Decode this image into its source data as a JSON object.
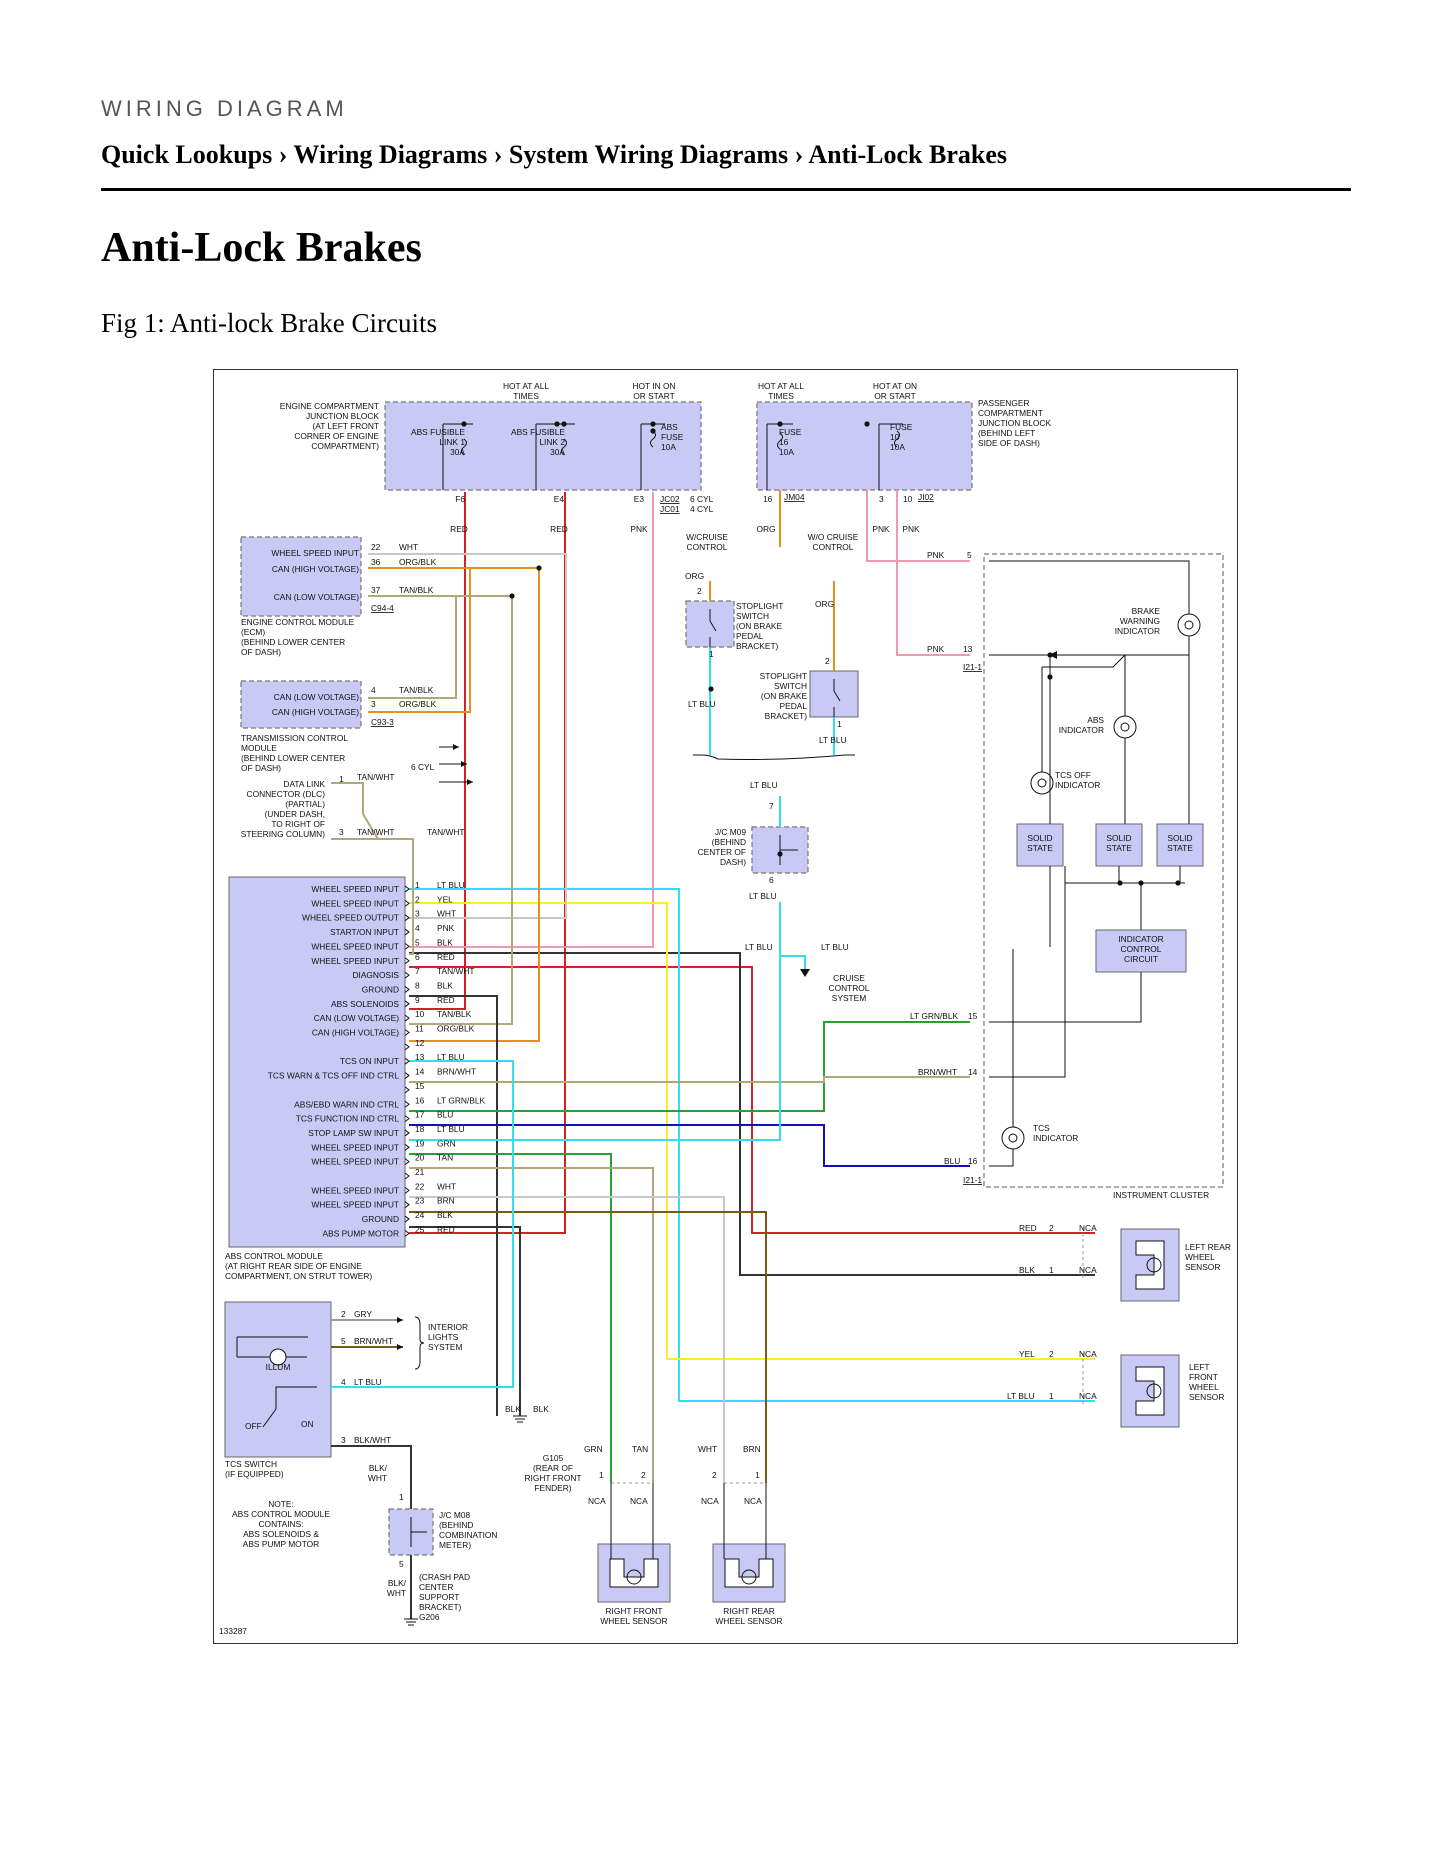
{
  "header": {
    "kicker": "WIRING DIAGRAM",
    "breadcrumb": "Quick Lookups › Wiring Diagrams › System Wiring Diagrams › Anti-Lock Brakes",
    "title": "Anti-Lock Brakes",
    "figure_caption": "Fig 1: Anti-lock Brake Circuits"
  },
  "power": {
    "hot_all_times_1": [
      "HOT AT ALL",
      "TIMES"
    ],
    "hot_in_on_start": [
      "HOT IN ON",
      "OR START"
    ],
    "hot_all_times_2": [
      "HOT AT ALL",
      "TIMES"
    ],
    "hot_at_on_start": [
      "HOT AT ON",
      "OR START"
    ],
    "ecjb_label": [
      "ENGINE COMPARTMENT",
      "JUNCTION BLOCK",
      "(AT LEFT FRONT",
      "CORNER OF ENGINE",
      "COMPARTMENT)"
    ],
    "pcjb_label": [
      "PASSENGER",
      "COMPARTMENT",
      "JUNCTION BLOCK",
      "(BEHIND LEFT",
      "SIDE OF DASH)"
    ],
    "fuse_link1": [
      "ABS FUSIBLE",
      "LINK 1",
      "30A"
    ],
    "fuse_link2": [
      "ABS FUSIBLE",
      "LINK 2",
      "30A"
    ],
    "abs_fuse": [
      "ABS",
      "FUSE",
      "10A"
    ],
    "fuse16": [
      "FUSE",
      "16",
      "10A"
    ],
    "fuse10": [
      "FUSE",
      "10",
      "10A"
    ],
    "pin_f6": "F6",
    "pin_e4": "E4",
    "pin_e3": "E3",
    "jc02": "JC02",
    "jc01": "JC01",
    "six_cyl": "6 CYL",
    "four_cyl": "4 CYL",
    "pin16": "16",
    "jm04": "JM04",
    "pin3": "3",
    "pin10": "10",
    "ji02": "JI02"
  },
  "wire_colors": {
    "red": "#d42020",
    "orange": "#e8901e",
    "pink": "#f09ab0",
    "ltblu": "#30e0ee",
    "yellow": "#ffee22",
    "white": "#c8c8c8",
    "black": "#333333",
    "tan": "#b0a878",
    "brown": "#7a5a10",
    "green": "#2aa032",
    "blue": "#1010c0",
    "gray": "#999999"
  },
  "ecm": {
    "label": [
      "ENGINE CONTROL MODULE",
      "(ECM)",
      "(BEHIND LOWER CENTER",
      "OF DASH)"
    ],
    "rows": [
      "WHEEL SPEED INPUT",
      "CAN (HIGH VOLTAGE)",
      "CAN (LOW VOLTAGE)"
    ],
    "pins": [
      "22",
      "36",
      "37"
    ],
    "wires": [
      "WHT",
      "ORG/BLK",
      "TAN/BLK"
    ],
    "connector": "C94-4"
  },
  "tcm": {
    "label": [
      "TRANSMISSION CONTROL",
      "MODULE",
      "(BEHIND LOWER CENTER",
      "OF DASH)"
    ],
    "rows": [
      "CAN (LOW VOLTAGE)",
      "CAN (HIGH VOLTAGE)"
    ],
    "pins": [
      "4",
      "3"
    ],
    "wires": [
      "TAN/BLK",
      "ORG/BLK"
    ],
    "connector": "C93-3",
    "six_cyl": "6 CYL"
  },
  "dlc": {
    "label": [
      "DATA LINK",
      "CONNECTOR (DLC)",
      "(PARTIAL)",
      "(UNDER DASH,",
      "TO RIGHT OF",
      "STEERING COLUMN)"
    ],
    "pins": [
      "1",
      "3"
    ],
    "wires": [
      "TAN/WHT",
      "TAN/WHT",
      "TAN/WHT"
    ]
  },
  "abs_module": {
    "label": [
      "ABS CONTROL MODULE",
      "(AT RIGHT REAR SIDE OF ENGINE",
      "COMPARTMENT, ON STRUT TOWER)"
    ],
    "rows": [
      {
        "pin": "1",
        "name": "WHEEL SPEED INPUT",
        "wire": "LT BLU"
      },
      {
        "pin": "2",
        "name": "WHEEL SPEED INPUT",
        "wire": "YEL"
      },
      {
        "pin": "3",
        "name": "WHEEL SPEED OUTPUT",
        "wire": "WHT"
      },
      {
        "pin": "4",
        "name": "START/ON INPUT",
        "wire": "PNK"
      },
      {
        "pin": "5",
        "name": "WHEEL SPEED INPUT",
        "wire": "BLK"
      },
      {
        "pin": "6",
        "name": "WHEEL SPEED INPUT",
        "wire": "RED"
      },
      {
        "pin": "7",
        "name": "DIAGNOSIS",
        "wire": "TAN/WHT"
      },
      {
        "pin": "8",
        "name": "GROUND",
        "wire": "BLK"
      },
      {
        "pin": "9",
        "name": "ABS SOLENOIDS",
        "wire": "RED"
      },
      {
        "pin": "10",
        "name": "CAN (LOW VOLTAGE)",
        "wire": "TAN/BLK"
      },
      {
        "pin": "11",
        "name": "CAN (HIGH VOLTAGE)",
        "wire": "ORG/BLK"
      },
      {
        "pin": "12",
        "name": "",
        "wire": ""
      },
      {
        "pin": "13",
        "name": "TCS ON INPUT",
        "wire": "LT BLU"
      },
      {
        "pin": "14",
        "name": "TCS WARN & TCS OFF IND CTRL",
        "wire": "BRN/WHT"
      },
      {
        "pin": "15",
        "name": "",
        "wire": ""
      },
      {
        "pin": "16",
        "name": "ABS/EBD WARN IND CTRL",
        "wire": "LT GRN/BLK"
      },
      {
        "pin": "17",
        "name": "TCS FUNCTION IND CTRL",
        "wire": "BLU"
      },
      {
        "pin": "18",
        "name": "STOP LAMP SW INPUT",
        "wire": "LT BLU"
      },
      {
        "pin": "19",
        "name": "WHEEL SPEED INPUT",
        "wire": "GRN"
      },
      {
        "pin": "20",
        "name": "WHEEL SPEED INPUT",
        "wire": "TAN"
      },
      {
        "pin": "21",
        "name": "",
        "wire": ""
      },
      {
        "pin": "22",
        "name": "WHEEL SPEED INPUT",
        "wire": "WHT"
      },
      {
        "pin": "23",
        "name": "WHEEL SPEED INPUT",
        "wire": "BRN"
      },
      {
        "pin": "24",
        "name": "GROUND",
        "wire": "BLK"
      },
      {
        "pin": "25",
        "name": "ABS PUMP MOTOR",
        "wire": "RED"
      }
    ]
  },
  "stoplight": {
    "wcruise": [
      "W/CRUISE",
      "CONTROL"
    ],
    "wocruise": [
      "W/O CRUISE",
      "CONTROL"
    ],
    "sw1_label": [
      "STOPLIGHT",
      "SWITCH",
      "(ON BRAKE",
      "PEDAL",
      "BRACKET)"
    ],
    "sw2_label": [
      "STOPLIGHT",
      "SWITCH",
      "(ON BRAKE",
      "PEDAL",
      "BRACKET)"
    ],
    "org": "ORG",
    "ltblu": "LT BLU",
    "pin1": "1",
    "pin2": "2"
  },
  "jcm09": {
    "label": [
      "J/C M09",
      "(BEHIND",
      "CENTER OF",
      "DASH)"
    ],
    "pin7": "7",
    "pin6": "6",
    "ltblu": "LT BLU",
    "cruise": [
      "CRUISE",
      "CONTROL",
      "SYSTEM"
    ]
  },
  "cluster": {
    "label": "INSTRUMENT CLUSTER",
    "brake_warning": [
      "BRAKE",
      "WARNING",
      "INDICATOR"
    ],
    "abs_indicator": [
      "ABS",
      "INDICATOR"
    ],
    "tcs_off": [
      "TCS OFF",
      "INDICATOR"
    ],
    "tcs_indicator": [
      "TCS",
      "INDICATOR"
    ],
    "solid_state": [
      "SOLID",
      "STATE"
    ],
    "icc": [
      "INDICATOR",
      "CONTROL",
      "CIRCUIT"
    ],
    "pins": {
      "p5": "5",
      "p13": "13",
      "p15": "15",
      "p14": "14",
      "p16": "16"
    },
    "wires": {
      "pnk": "PNK",
      "ltgrn": "LT GRN/BLK",
      "brnwht": "BRN/WHT",
      "blu": "BLU"
    },
    "conn": "I21-1"
  },
  "tcs_switch": {
    "label": [
      "TCS SWITCH",
      "(IF EQUIPPED)"
    ],
    "illum": "ILLUM",
    "off": "OFF",
    "on": "ON",
    "pins": [
      "2",
      "5",
      "4",
      "3"
    ],
    "wires": [
      "GRY",
      "BRN/WHT",
      "LT BLU",
      "BLK/WHT"
    ],
    "interior": [
      "INTERIOR",
      "LIGHTS",
      "SYSTEM"
    ]
  },
  "grounds": {
    "g105": [
      "G105",
      "(REAR OF",
      "RIGHT FRONT",
      "FENDER)"
    ],
    "jcm08": [
      "J/C M08",
      "(BEHIND",
      "COMBINATION",
      "METER)"
    ],
    "g206": [
      "(CRASH PAD",
      "CENTER",
      "SUPPORT",
      "BRACKET)",
      "G206"
    ],
    "blkwht": [
      "BLK/",
      "WHT"
    ],
    "blk": "BLK",
    "pin1": "1",
    "pin5": "5"
  },
  "sensors": {
    "lr": [
      "LEFT REAR",
      "WHEEL",
      "SENSOR"
    ],
    "lf": [
      "LEFT",
      "FRONT",
      "WHEEL",
      "SENSOR"
    ],
    "rf": [
      "RIGHT FRONT",
      "WHEEL SENSOR"
    ],
    "rr": [
      "RIGHT REAR",
      "WHEEL SENSOR"
    ],
    "nca": "NCA",
    "lr_wires": [
      "RED",
      "BLK"
    ],
    "lf_wires": [
      "YEL",
      "LT BLU"
    ],
    "rf_wires": [
      "GRN",
      "TAN"
    ],
    "rr_wires": [
      "WHT",
      "BRN"
    ],
    "p1": "1",
    "p2": "2"
  },
  "note": [
    "NOTE:",
    "ABS CONTROL MODULE",
    "CONTAINS:",
    "ABS SOLENOIDS &",
    "ABS PUMP MOTOR"
  ],
  "figure_id": "133287",
  "top_wire_labels": {
    "red": "RED",
    "pnk": "PNK",
    "org": "ORG"
  }
}
